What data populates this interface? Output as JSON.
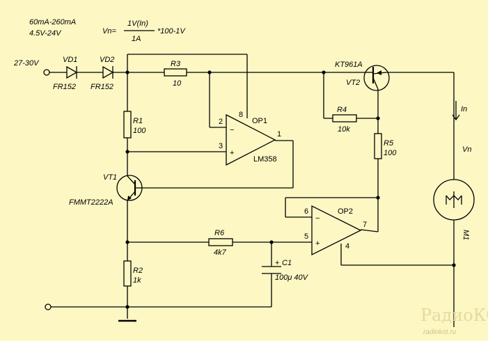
{
  "specs": {
    "current_range": "60mA-260mA",
    "voltage_range": "4.5V-24V"
  },
  "formula": {
    "lhs": "Vn=",
    "numerator": "1V(In)",
    "denominator": "1A",
    "tail": "*100-1V"
  },
  "input": {
    "label": "27-30V"
  },
  "components": {
    "vd1": {
      "ref": "VD1",
      "value": "FR152"
    },
    "vd2": {
      "ref": "VD2",
      "value": "FR152"
    },
    "r1": {
      "ref": "R1",
      "value": "100"
    },
    "r2": {
      "ref": "R2",
      "value": "1k"
    },
    "r3": {
      "ref": "R3",
      "value": "10"
    },
    "r4": {
      "ref": "R4",
      "value": "10k"
    },
    "r5": {
      "ref": "R5",
      "value": "100"
    },
    "r6": {
      "ref": "R6",
      "value": "4k7"
    },
    "c1": {
      "ref": "C1",
      "value": "100μ 40V",
      "polarity": "+"
    },
    "vt1": {
      "ref": "VT1",
      "value": "FMMT2222A"
    },
    "vt2": {
      "ref": "VT2",
      "value": "KT961A"
    },
    "op1": {
      "ref": "OP1",
      "value": "LM358",
      "pins": {
        "inv": "2",
        "noninv": "3",
        "out": "1",
        "vcc": "8"
      }
    },
    "op2": {
      "ref": "OP2",
      "pins": {
        "inv": "6",
        "noninv": "5",
        "out": "7",
        "gnd": "4"
      }
    },
    "m1": {
      "ref": "M1"
    }
  },
  "signals": {
    "current": "In",
    "voltage": "Vn"
  },
  "opamp_signs": {
    "minus": "−",
    "plus": "+"
  },
  "watermark": {
    "brand": "РадиоКОТ",
    "url": "radiokot.ru"
  }
}
